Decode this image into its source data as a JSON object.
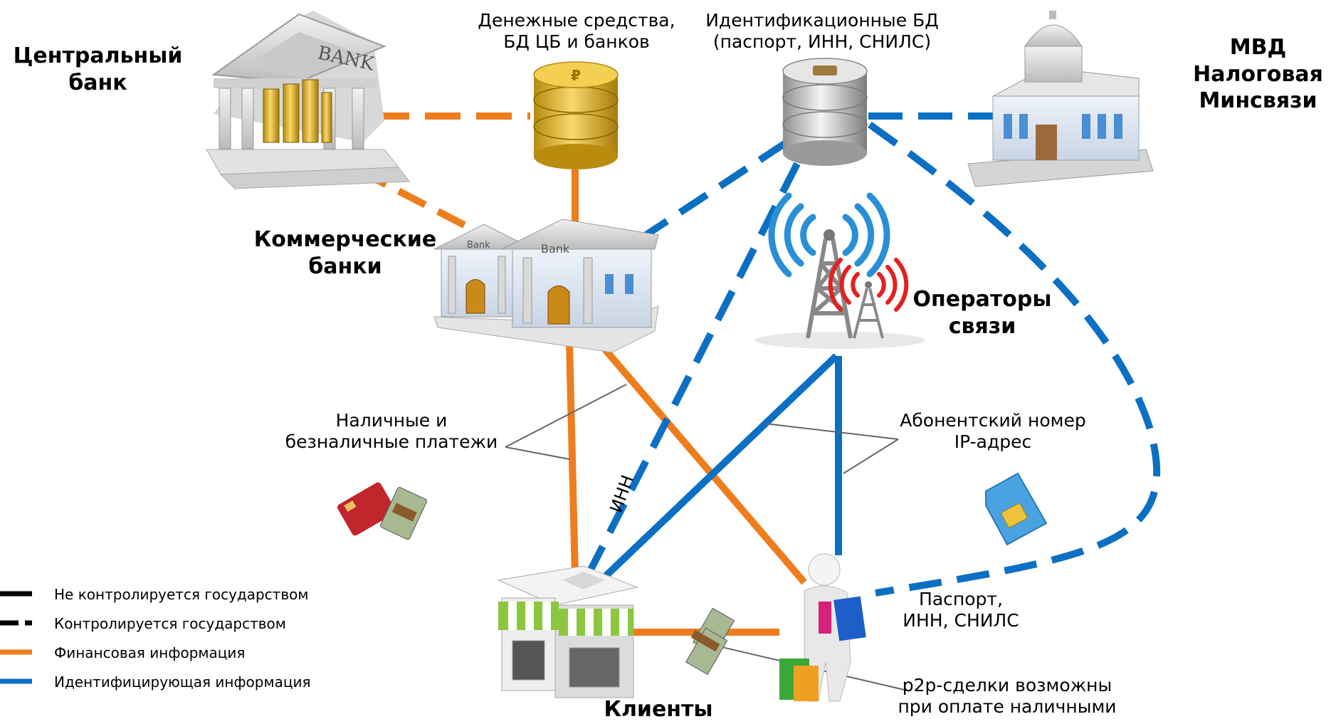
{
  "labels": {
    "central_bank": "Центральный\nбанк",
    "ministries": "МВД\nНалоговая\nМинсвязи",
    "funds_db": "Денежные средства,\nБД ЦБ и банков",
    "id_db": "Идентификационные БД\n(паспорт, ИНН, СНИЛС)",
    "commercial_banks": "Коммерческие\nбанки",
    "operators": "Операторы\nсвязи",
    "payments": "Наличные и\nбезналичные платежи",
    "subscriber": "Абонентский номер\nIP-адрес",
    "inn": "ИНН",
    "passport": "Паспорт,\nИНН, СНИЛС",
    "p2p": "p2p-сделки возможны\nпри оплате наличными",
    "clients": "Клиенты",
    "bank_sign": "BANK",
    "small_bank_sign": "Bank"
  },
  "legend": [
    {
      "text": "Не контролируется государством",
      "style": "solid",
      "color": "#000000"
    },
    {
      "text": "Контролируется государством",
      "style": "dashed",
      "color": "#000000"
    },
    {
      "text": "Финансовая информация",
      "style": "solid",
      "color": "#ee7d1e"
    },
    {
      "text": "Идентифицирующая информация",
      "style": "solid",
      "color": "#0b70c3"
    }
  ],
  "colors": {
    "financial": "#ee7d1e",
    "identity": "#0b70c3",
    "signal_blue": "#2a8fd6",
    "signal_red": "#e32020"
  },
  "icons": [
    "central-bank-building-icon",
    "gold-database-icon",
    "grey-database-icon",
    "government-building-icon",
    "commercial-banks-icon",
    "cell-tower-icon",
    "cards-and-cash-icon",
    "sim-card-icon",
    "shop-icon",
    "shopper-person-icon",
    "cash-bundle-icon"
  ]
}
